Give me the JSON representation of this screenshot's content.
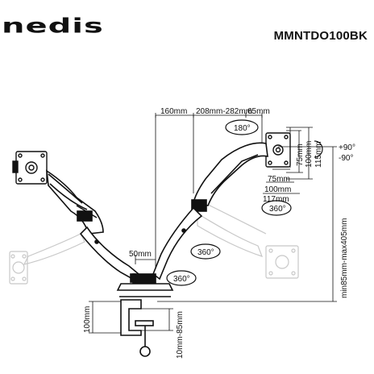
{
  "brand": "nedis",
  "model": "MMNTDO100BK",
  "dimensions": {
    "top_offset": "160mm",
    "arm_range": "208mm-282mm",
    "arm_tip": "65mm",
    "tilt": "180°",
    "vesa_width_75": "75mm",
    "vesa_width_100": "100mm",
    "vesa_width_117": "117mm",
    "vesa_height_75": "75mm",
    "vesa_height_100": "100mm",
    "vesa_height_115": "115mm",
    "tilt_up": "+90°",
    "tilt_down": "-90°",
    "swivel_head": "360°",
    "swivel_arm": "360°",
    "swivel_base": "360°",
    "pole_width": "50mm",
    "height_range": "min85mm-max405mm",
    "clamp_height": "100mm",
    "desk_thickness": "10mm-85mm"
  }
}
